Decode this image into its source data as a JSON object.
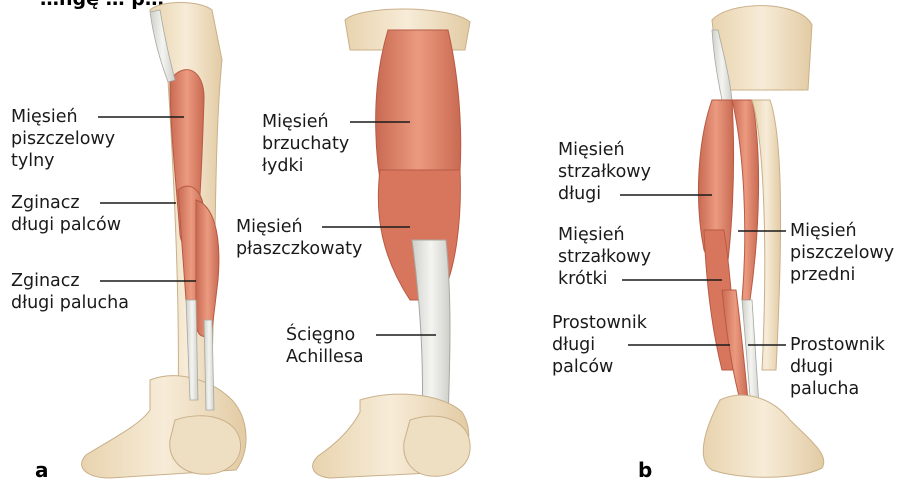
{
  "title": "…ngę … p…",
  "panels": {
    "a": "a",
    "b": "b"
  },
  "labels": {
    "tibialis_posterior": "Mięsień\npiszczelowy\ntylny",
    "flexor_digitorum_longus": "Zginacz\ndługi palców",
    "flexor_hallucis_longus": "Zginacz\ndługi palucha",
    "gastrocnemius": "Mięsień\nbrzuchaty\nłydki",
    "soleus": "Mięsień\npłaszczkowaty",
    "achilles": "Ścięgno\nAchillesa",
    "peroneus_longus": "Mięsień\nstrzałkowy\ndługi",
    "peroneus_brevis": "Mięsień\nstrzałkowy\nkrótki",
    "extensor_digitorum_longus": "Prostownik\ndługi\npalców",
    "tibialis_anterior": "Mięsień\npiszczelowy\nprzedni",
    "extensor_hallucis_longus": "Prostownik\ndługi\npalucha"
  },
  "colors": {
    "muscle": "#e0826a",
    "muscle_dark": "#c4654e",
    "bone": "#f3e3c8",
    "bone_edge": "#c9b08a",
    "tendon": "#e8e8e4",
    "tendon_edge": "#a8a8a2",
    "line": "#1a1a1a"
  }
}
